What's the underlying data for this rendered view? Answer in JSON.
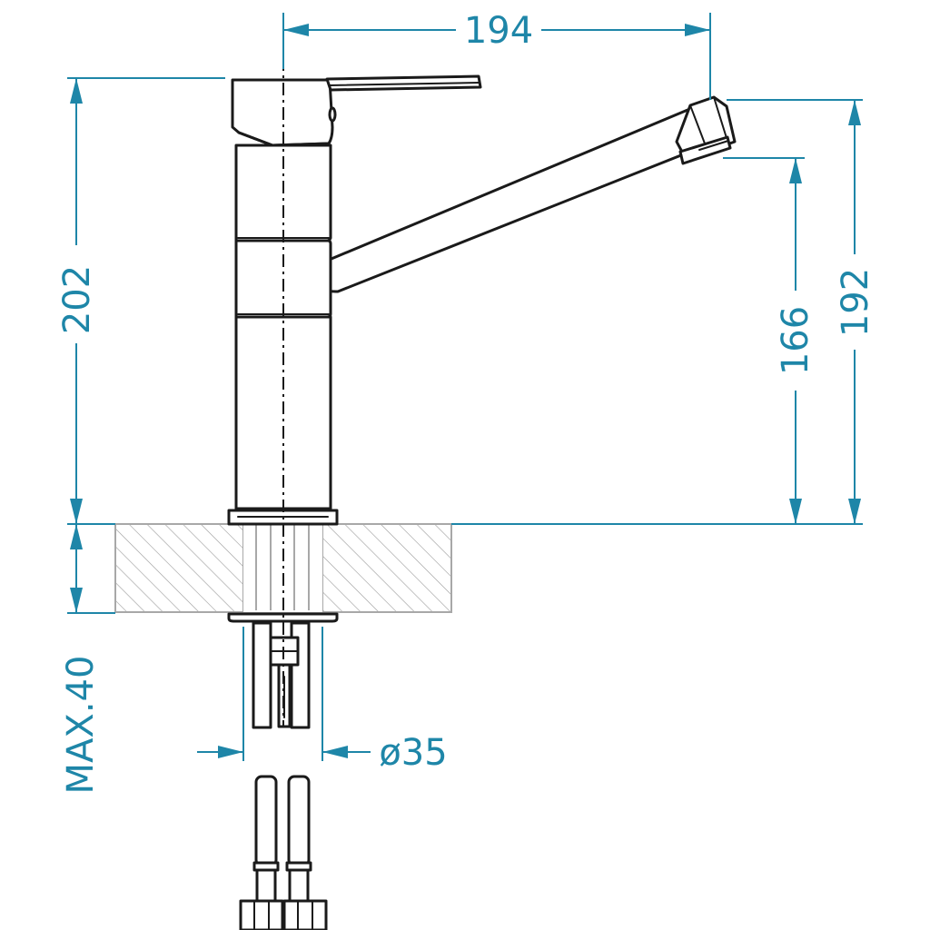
{
  "drawing": {
    "accent_color": "#1e86a8",
    "line_color": "#1a1a1a",
    "hatch_color": "#9a9a9a"
  },
  "dimensions": {
    "spout_reach": "194",
    "total_height": "202",
    "outlet_height": "166",
    "spout_top_height": "192",
    "max_counter_thickness": "MAX.40",
    "hole_diameter": "ø35"
  }
}
